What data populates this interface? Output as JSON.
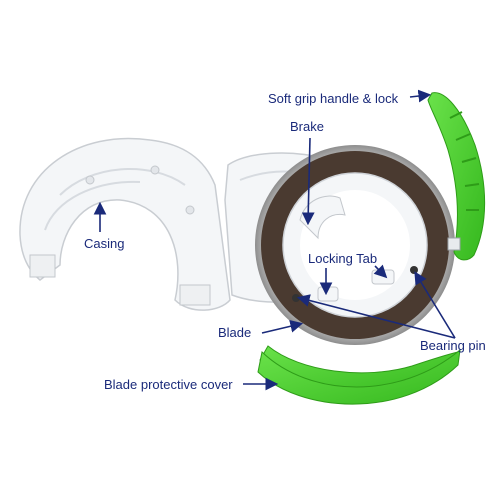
{
  "labels": {
    "handle": "Soft grip handle & lock",
    "brake": "Brake",
    "casing": "Casing",
    "locking_tab": "Locking Tab",
    "blade": "Blade",
    "bearing_pin": "Bearing pin",
    "cover": "Blade protective cover"
  },
  "colors": {
    "label_text": "#1a2a7a",
    "arrow": "#1a2a7a",
    "grip_green": "#4cd430",
    "casing_white": "#f4f6f8",
    "blade_steel": "#a9a9a9",
    "ring_dark": "#4a3a30"
  }
}
